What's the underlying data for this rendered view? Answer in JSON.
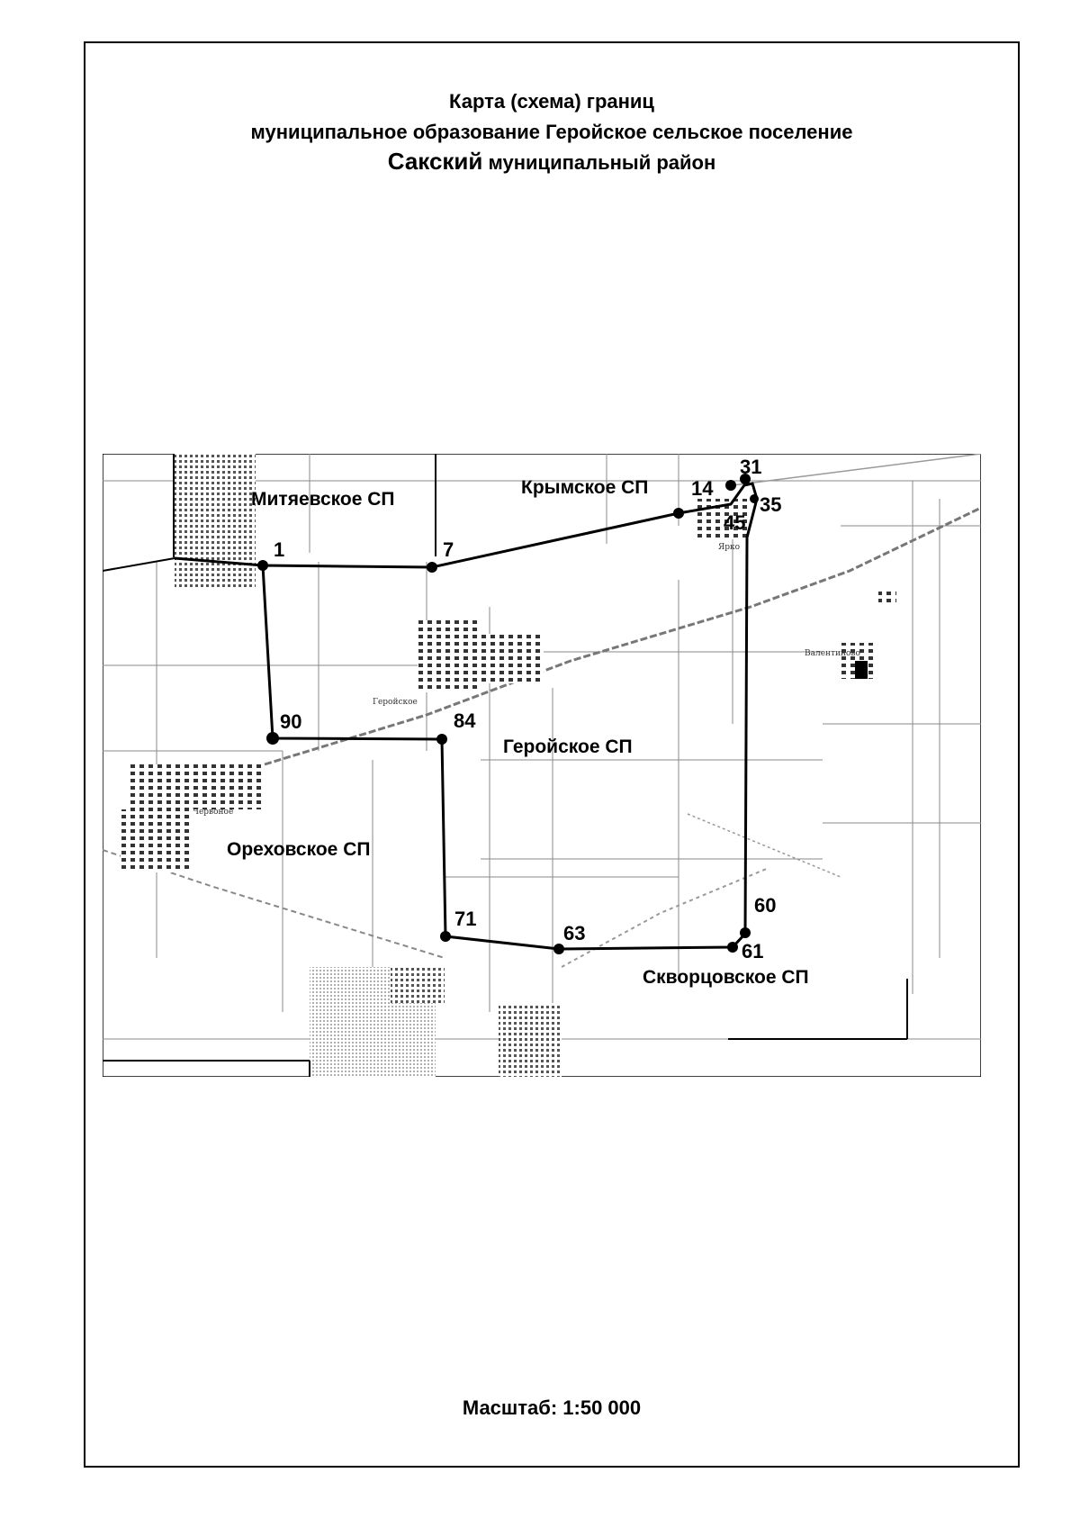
{
  "header": {
    "line1": "Карта (схема) границ",
    "line2": "муниципальное образование Геройское сельское поселение",
    "line3_bold": "Сакский",
    "line3_rest": " муниципальный район"
  },
  "scale": "Масштаб: 1:50 000",
  "map": {
    "regions": {
      "mityaevskoe": "Митяевское СП",
      "krymskoe": "Крымское СП",
      "geroyskoe": "Геройское СП",
      "orekhovskoe": "Ореховское СП",
      "skvortsovskoe": "Скворцовское СП"
    },
    "points": {
      "p1": "1",
      "p7": "7",
      "p14": "14",
      "p31": "31",
      "p35": "35",
      "p45": "45",
      "p60": "60",
      "p61": "61",
      "p63": "63",
      "p71": "71",
      "p84": "84",
      "p90": "90"
    },
    "settlements": {
      "geroyskoe": "Геройское",
      "chervonoe": "Червоное",
      "yarkoe": "Ярко",
      "valentinovo": "Валентиново"
    },
    "colors": {
      "boundary": "#000000",
      "background": "#ffffff"
    }
  }
}
